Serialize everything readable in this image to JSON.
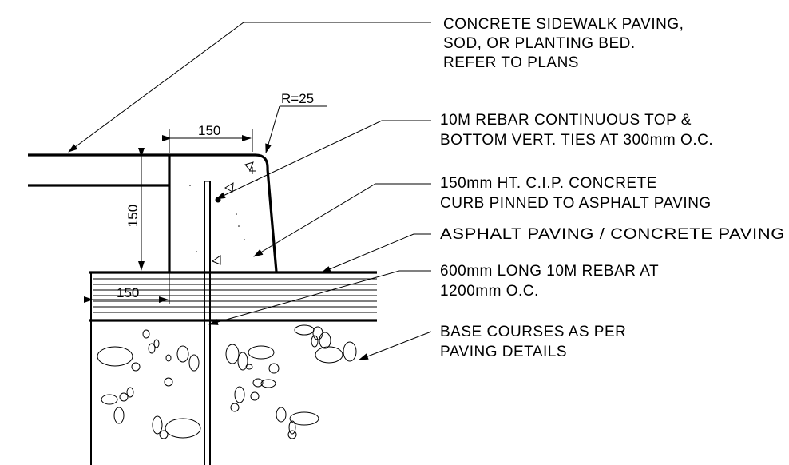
{
  "notes": [
    {
      "lines": [
        "CONCRETE SIDEWALK PAVING,",
        "SOD, OR PLANTING BED.",
        "REFER TO PLANS"
      ]
    },
    {
      "lines": [
        "10M REBAR CONTINUOUS TOP &",
        "BOTTOM VERT. TIES AT 300mm O.C."
      ]
    },
    {
      "lines": [
        "150mm HT. C.I.P. CONCRETE",
        "CURB PINNED TO ASPHALT PAVING"
      ]
    },
    {
      "lines": [
        "ASPHALT PAVING / CONCRETE PAVING"
      ]
    },
    {
      "lines": [
        "600mm LONG 10M REBAR AT",
        "1200mm O.C."
      ]
    },
    {
      "lines": [
        "BASE COURSES AS PER",
        "PAVING DETAILS"
      ]
    }
  ],
  "dimensions": {
    "radius": "R=25",
    "curb_width": "150",
    "curb_height": "150",
    "pavement_offset": "150"
  }
}
